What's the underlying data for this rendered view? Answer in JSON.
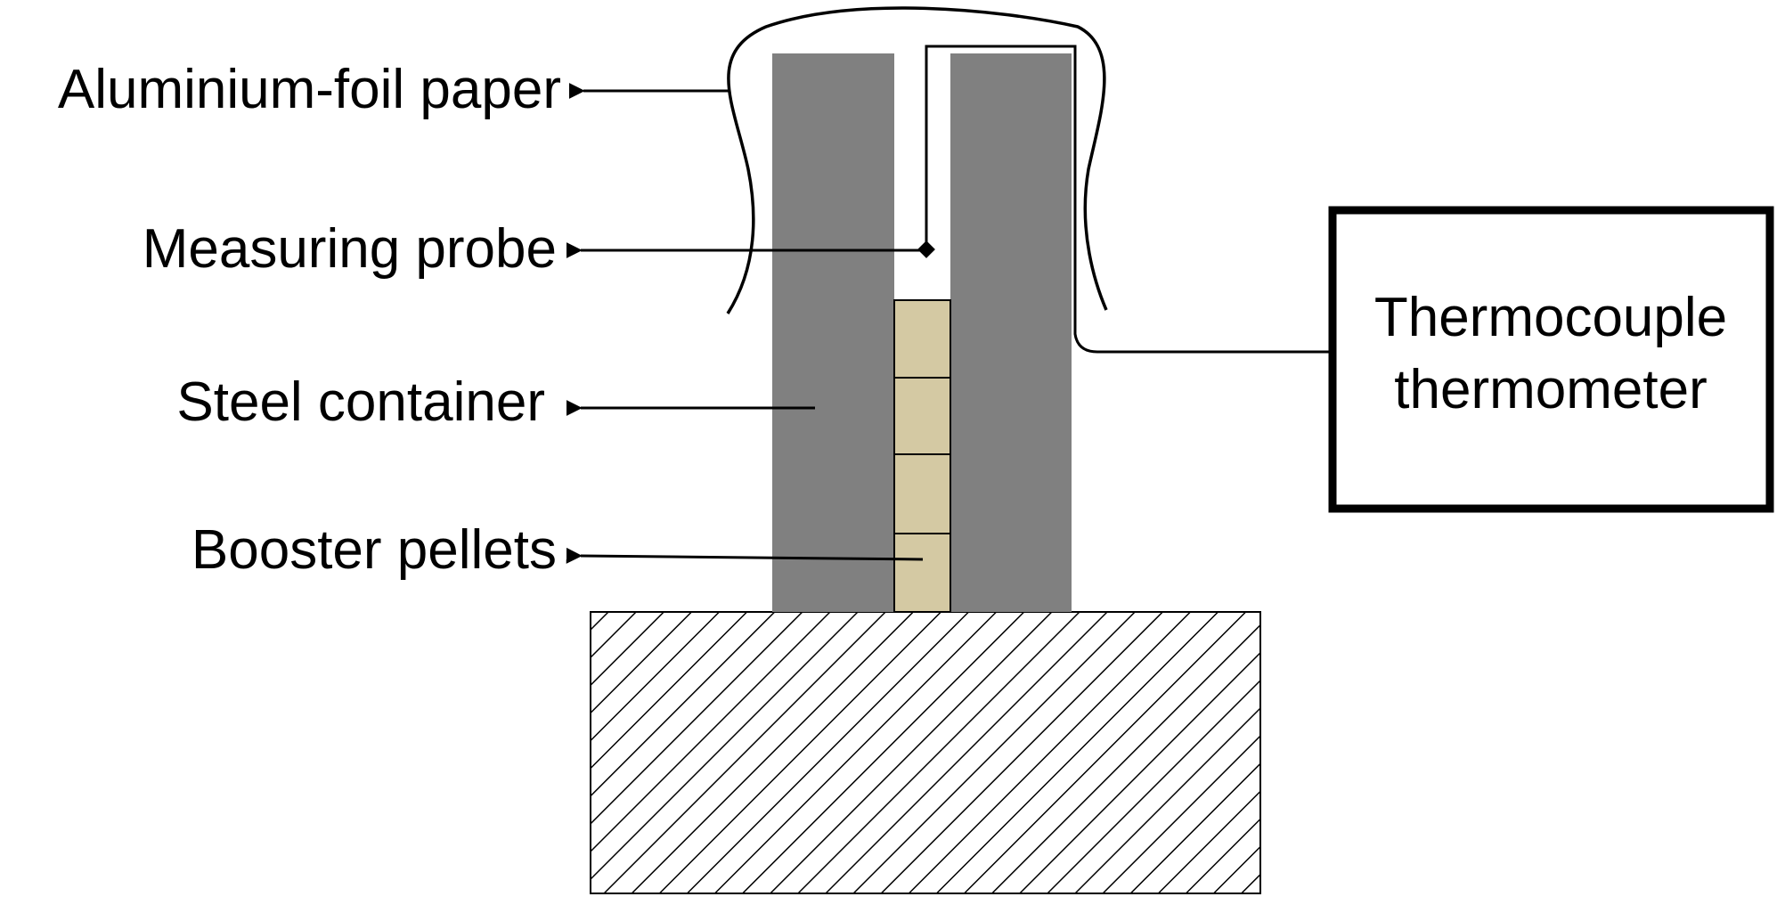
{
  "labels": {
    "aluminium_foil": "Aluminium-foil paper",
    "measuring_probe": "Measuring probe",
    "steel_container": "Steel container",
    "booster_pellets": "Booster pellets"
  },
  "thermometer": {
    "line1": "Thermocouple",
    "line2": "thermometer"
  },
  "colors": {
    "steel": "#808080",
    "pellet": "#d4c9a3",
    "line": "#000000",
    "background": "#ffffff"
  }
}
